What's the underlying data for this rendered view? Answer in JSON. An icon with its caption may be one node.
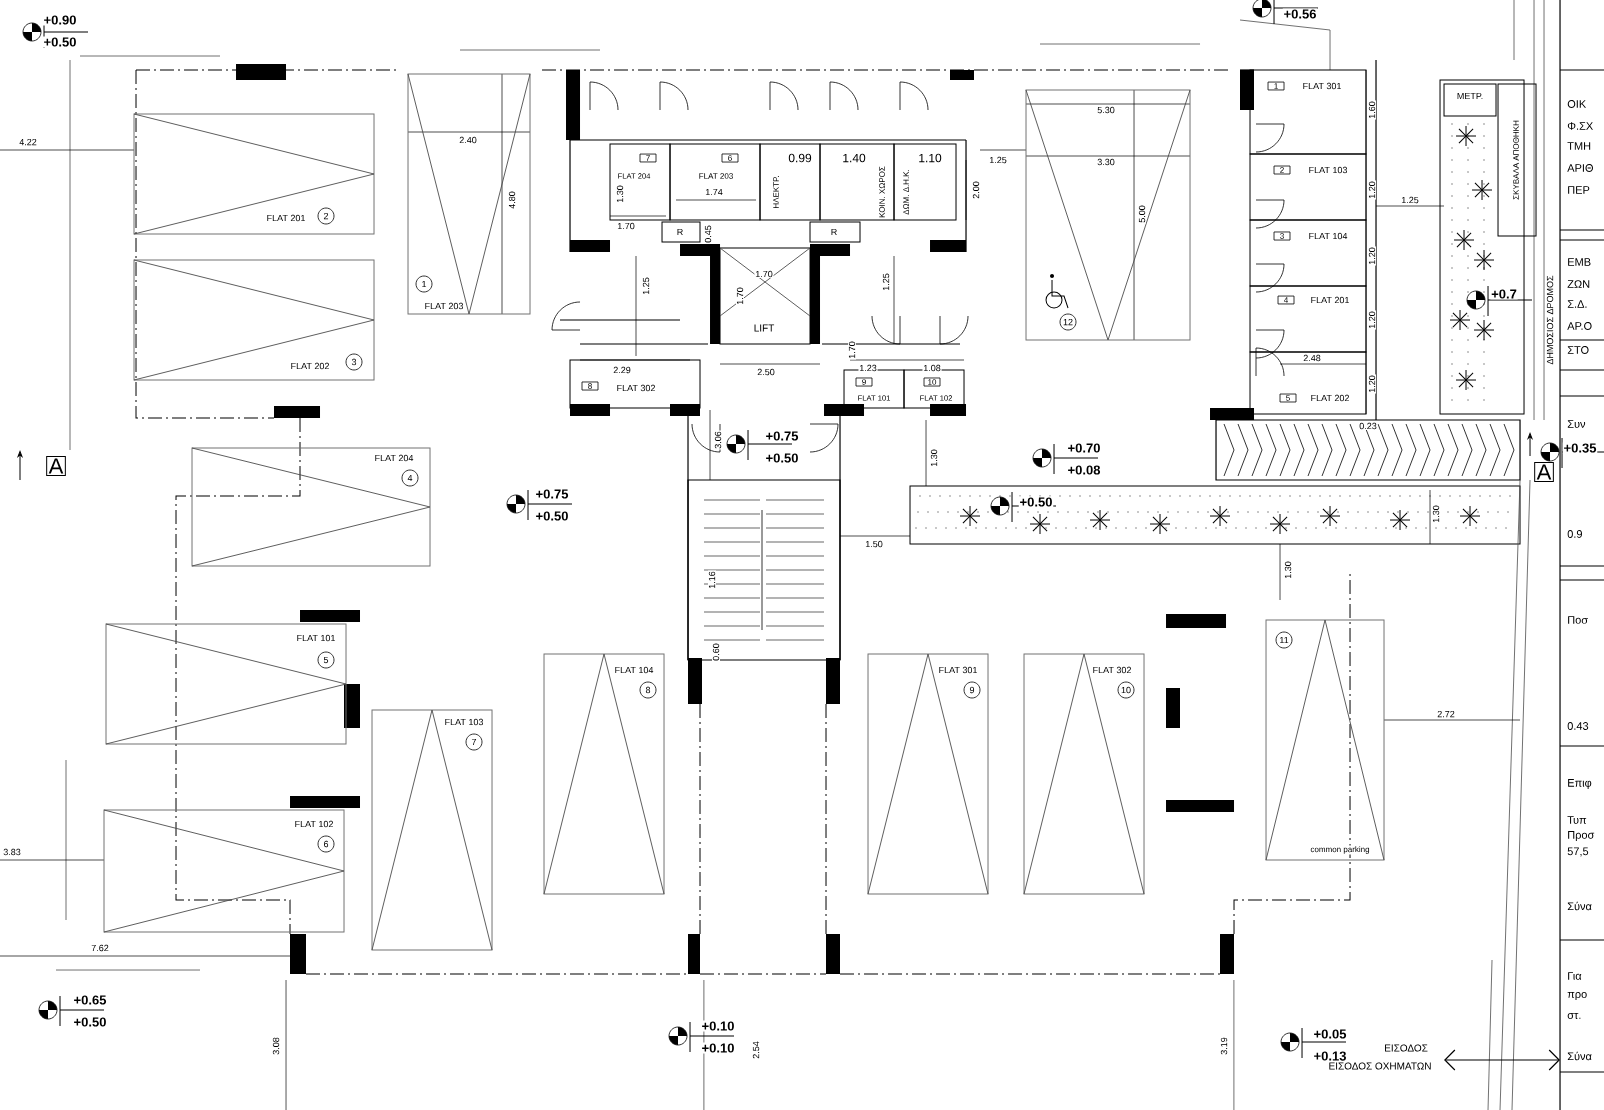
{
  "diagram": {
    "nodes": [
      {
        "text": [
          "1",
          "FLAT 203"
        ]
      },
      {
        "text": [
          "FLAT 201",
          "2"
        ]
      },
      {
        "text": [
          "FLAT 202",
          "3"
        ]
      },
      {
        "text": [
          "FLAT 204",
          "4"
        ]
      },
      {
        "text": [
          "FLAT 101",
          "5"
        ]
      },
      {
        "text": [
          "FLAT 102",
          "6"
        ]
      },
      {
        "text": [
          "FLAT 103",
          "7"
        ]
      },
      {
        "text": [
          "FLAT 104",
          "8"
        ]
      },
      {
        "text": [
          "FLAT 301",
          "9"
        ]
      },
      {
        "text": [
          "FLAT 302",
          "10"
        ]
      },
      {
        "text": [
          "11",
          "common parking"
        ]
      },
      {
        "text": [
          "12"
        ]
      },
      {
        "text": [
          "7",
          "FLAT 204"
        ]
      },
      {
        "text": [
          "6",
          "FLAT 203"
        ]
      },
      {
        "text": [
          "0.99",
          "ΗΛΕΚΤΡ."
        ]
      },
      {
        "text": [
          "1.40",
          "ΚΟΙΝ. ΧΩΡΟΣ"
        ]
      },
      {
        "text": [
          "1.10",
          "ΔΩΜ. Δ.Η.Κ."
        ]
      },
      {
        "text": [
          "R"
        ]
      },
      {
        "text": [
          "R"
        ]
      },
      {
        "text": [
          "LIFT"
        ]
      },
      {
        "text": [
          "8",
          "FLAT 302"
        ]
      },
      {
        "text": [
          "9",
          "FLAT 101"
        ]
      },
      {
        "text": [
          "10",
          "FLAT 102"
        ]
      },
      {
        "text": [
          "1",
          "FLAT 301"
        ]
      },
      {
        "text": [
          "2",
          "FLAT 103"
        ]
      },
      {
        "text": [
          "3",
          "FLAT 104"
        ]
      },
      {
        "text": [
          "4",
          "FLAT 201"
        ]
      },
      {
        "text": [
          "5",
          "FLAT 202"
        ]
      },
      {
        "text": [
          "ΜΕΤΡ."
        ]
      },
      {
        "text": [
          "ΣΚΥΒΑΛΑ ΑΠΟΘΗΚΗ"
        ]
      }
    ],
    "labels": [
      "+0.90",
      "+0.50",
      "+0.56",
      "4.22",
      "2.40",
      "4.80",
      "1.30",
      "1.70",
      "1.74",
      "0.45",
      "1.25",
      "1.70",
      "1.70",
      "1.25",
      "2.00",
      "1.25",
      "5.30",
      "3.30",
      "5.00",
      "2.29",
      "2.50",
      "1.70",
      "1.23",
      "1.08",
      "3.06",
      "1.30",
      "1.50",
      "1.16",
      "0.60",
      "1.60",
      "1.20",
      "1.20",
      "1.20",
      "1.20",
      "2.48",
      "0.23",
      "1.25",
      "1.30",
      "1.30",
      "2.72",
      "3.83",
      "7.62",
      "3.08",
      "2.54",
      "3.19",
      "+0.75",
      "+0.50",
      "+0.75",
      "+0.50",
      "+0.70",
      "+0.08",
      "+0.50",
      "+0.7",
      "+0.35",
      "+0.65",
      "+0.50",
      "+0.10",
      "+0.10",
      "+0.05",
      "+0.13",
      "ΕΙΣΟΔΟΣ",
      "ΕΙΣΟΔΟΣ ΟΧΗΜΑΤΩΝ",
      "A",
      "A",
      "ΔΗΜΟΣΙΟΣ ΔΡΟΜΟΣ",
      "ΟΙΚ",
      "Φ.ΣΧ",
      "ΤΜΗ",
      "ΑΡΙΘ",
      "ΠΕΡ",
      "ΕΜΒ",
      "ΖΩΝ",
      "Σ.Δ.",
      "ΑΡ.Ο",
      "ΣΤΟ",
      "Συν",
      "0.9",
      "Ποσ",
      "0.43",
      "Επιφ",
      "Τυπ",
      "Προσ",
      "57,5",
      "Σύνα",
      "Για",
      "προ",
      "στ.",
      "Σύνα"
    ]
  }
}
